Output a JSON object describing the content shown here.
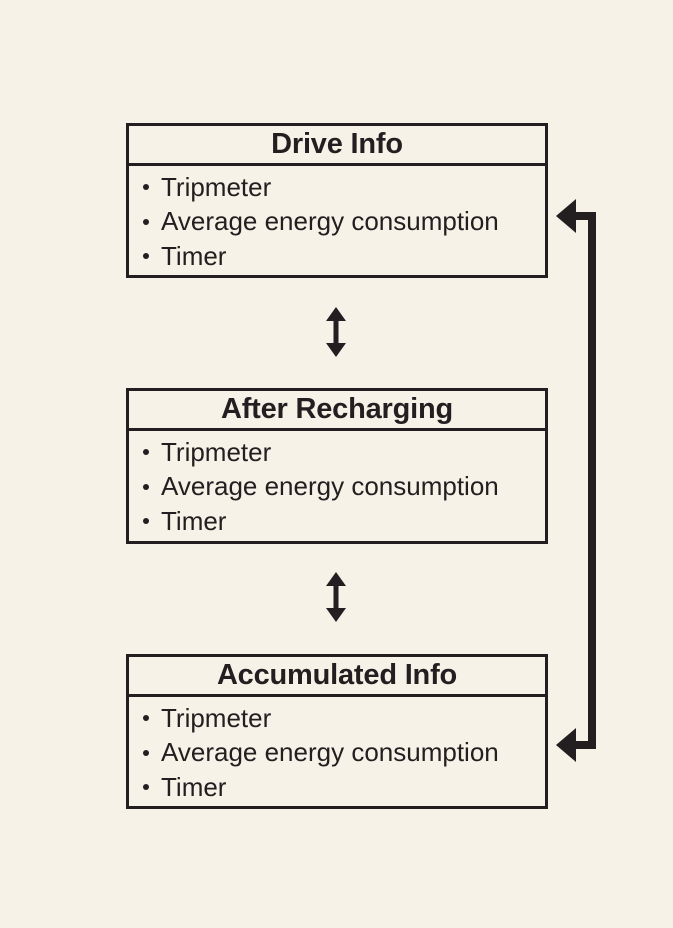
{
  "boxes": [
    {
      "title": "Drive Info",
      "items": [
        "Tripmeter",
        "Average energy consumption",
        "Timer"
      ]
    },
    {
      "title": "After Recharging",
      "items": [
        "Tripmeter",
        "Average energy consumption",
        "Timer"
      ]
    },
    {
      "title": "Accumulated Info",
      "items": [
        "Tripmeter",
        "Average energy consumption",
        "Timer"
      ]
    }
  ],
  "colors": {
    "background": "#f6f2e8",
    "ink": "#231f20"
  }
}
